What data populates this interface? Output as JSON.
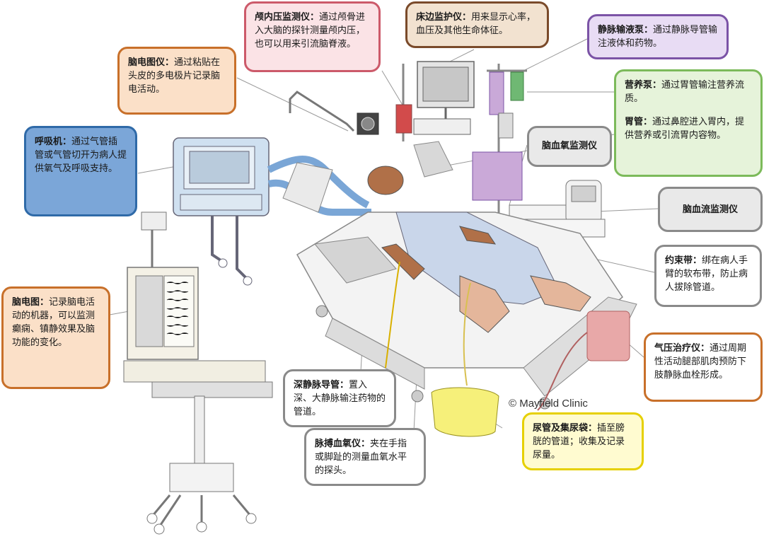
{
  "labels": {
    "icp": {
      "title": "颅内压监测仪：",
      "text": "通过颅骨进入大脑的探针测量颅内压，也可以用来引流脑脊液。"
    },
    "bedside_monitor": {
      "title": "床边监护仪：",
      "text": "用来显示心率，血压及其他生命体征。"
    },
    "iv_pump": {
      "title": "静脉输液泵：",
      "text": "通过静脉导管输注液体和药物。"
    },
    "eeg_device": {
      "title": "脑电图仪：",
      "text": "通过粘贴在头皮的多电极片记录脑电活动。"
    },
    "ventilator": {
      "title": "呼吸机：",
      "text": "通过气管插管或气管切开为病人提供氧气及呼吸支持。"
    },
    "feeding_pump": {
      "title": "营养泵：",
      "text": "通过胃管输注营养流质。"
    },
    "ng_tube": {
      "title": "胃管：",
      "text": "通过鼻腔进入胃内，提供营养或引流胃内容物。"
    },
    "brain_oxygen": {
      "title": "脑血氧监测仪"
    },
    "brain_flow": {
      "title": "脑血流监测仪"
    },
    "restraint": {
      "title": "约束带：",
      "text": "绑在病人手臂的软布带，防止病人拔除管道。"
    },
    "eeg": {
      "title": "脑电图：",
      "text": "记录脑电活动的机器，可以监测癫痫、镇静效果及脑功能的变化。"
    },
    "compression": {
      "title": "气压治疗仪：",
      "text": "通过周期性活动腿部肌肉预防下肢静脉血栓形成。"
    },
    "cvc": {
      "title": "深静脉导管：",
      "text": "置入深、大静脉输注药物的管道。"
    },
    "pulse_ox": {
      "title": "脉搏血氧仪：",
      "text": "夹在手指或脚趾的测量血氧水平的探头。"
    },
    "urinary": {
      "title": "尿管及集尿袋：",
      "text": "插至膀胱的管道；收集及记录尿量。"
    }
  },
  "copyright": "© Mayfield Clinic",
  "colors": {
    "orange": "#c8702a",
    "blue": "#2f6aa8",
    "pink": "#cc5a6a",
    "brown": "#7a4a2a",
    "purple": "#7b53a6",
    "green": "#7cba5a",
    "grey": "#8a8a8a",
    "yellow": "#e6d000"
  }
}
